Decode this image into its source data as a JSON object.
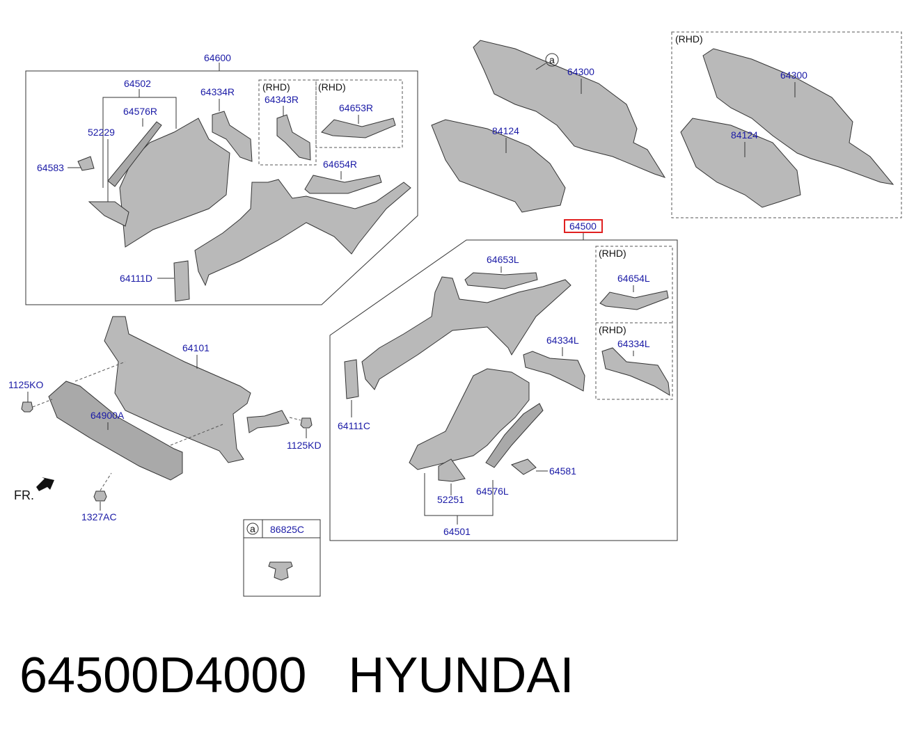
{
  "labels": {
    "l64600": "64600",
    "l64502": "64502",
    "l64576R": "64576R",
    "l52229": "52229",
    "l64583": "64583",
    "l64334R": "64334R",
    "l64343R": "64343R",
    "l64653R": "64653R",
    "l64654R": "64654R",
    "l64111D": "64111D",
    "l64300a": "64300",
    "l84124a": "84124",
    "l64300b": "64300",
    "l84124b": "84124",
    "l64500": "64500",
    "l64653L": "64653L",
    "l64654L": "64654L",
    "l64334La": "64334L",
    "l64334Lb": "64334L",
    "l64111C": "64111C",
    "l64581": "64581",
    "l52251": "52251",
    "l64576L": "64576L",
    "l64501": "64501",
    "l64101": "64101",
    "l1125KO": "1125KO",
    "l64900A": "64900A",
    "l1125KD": "1125KD",
    "l1327AC": "1327AC",
    "l86825C": "86825C",
    "circle_a_top": "a",
    "circle_a_box": "a"
  },
  "rhd": {
    "r1": "(RHD)",
    "r2": "(RHD)",
    "r3": "(RHD)",
    "r4": "(RHD)",
    "r5": "(RHD)"
  },
  "front_marker": "FR.",
  "caption": {
    "part_number": "64500D4000",
    "brand": "HYUNDAI"
  },
  "highlight_color": "#e02020",
  "label_color": "#1a1aa6"
}
